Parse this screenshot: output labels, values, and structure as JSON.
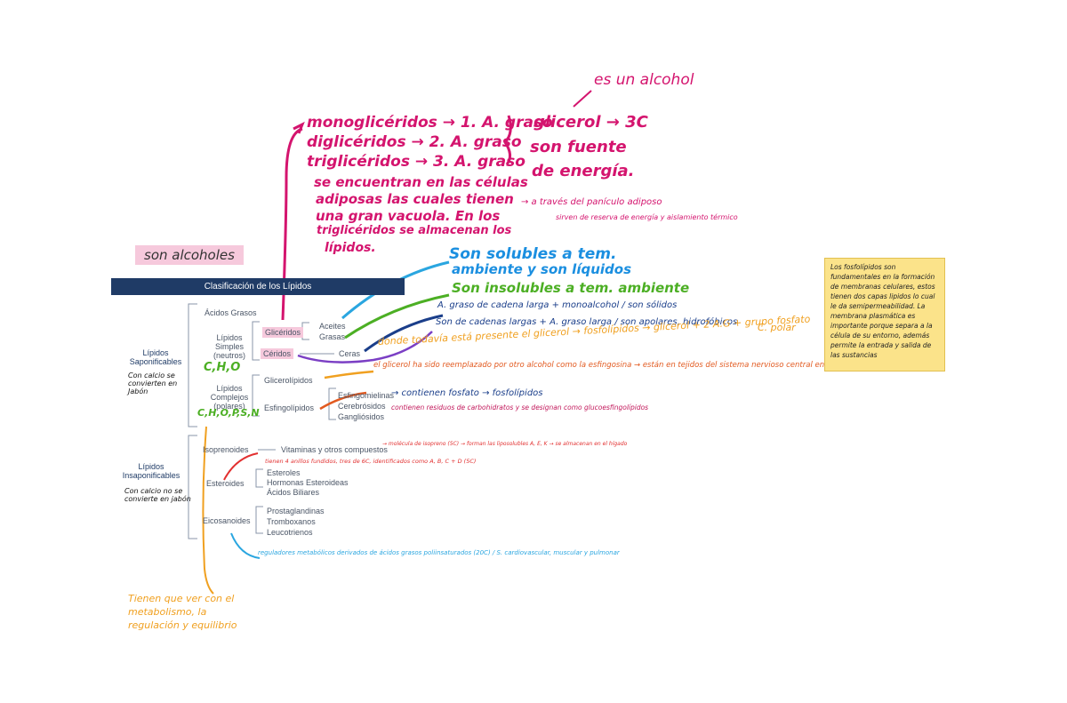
{
  "table": {
    "header": "Clasificación de los Lípidos",
    "saponificables": "Lípidos Saponificables",
    "insaponificables": "Lípidos Insaponificables",
    "acidos_grasos": "Ácidos Grasos",
    "simples": "Lípidos Simples (neutros)",
    "complejos": "Lípidos Complejos (polares)",
    "gliceridos": "Glicéridos",
    "ceridos": "Céridos",
    "aceites": "Aceites",
    "grasas": "Grasas",
    "ceras": "Ceras",
    "glicerolipidos": "Glicerolípidos",
    "esfingolipidos": "Esfingolípidos",
    "esfingomielinas": "Esfingomielinas",
    "cerebrosidos": "Cerebrósidos",
    "gangliosidos": "Gangliósidos",
    "isoprenoides": "Isoprenoides",
    "vitaminas": "Vitaminas y otros compuestos",
    "esteroides": "Esteroides",
    "esteroles": "Esteroles",
    "hormonas": "Hormonas Esteroideas",
    "acidos_biliares": "Ácidos Biliares",
    "eicosanoides": "Eicosanoides",
    "prostaglandinas": "Prostaglandinas",
    "tromboxanos": "Tromboxanos",
    "leucotrienos": "Leucotrienos"
  },
  "notes": {
    "son_alcoholes": "son alcoholes",
    "es_un_alcohol": "es un alcohol",
    "mono": "monoglicéridos → 1. A. graso",
    "di": "diglicéridos → 2. A. graso",
    "tri": "triglicéridos → 3. A. graso",
    "glicerol": "glicerol → 3C",
    "fuente1": "son fuente",
    "fuente2": "de energía.",
    "celulas1": "se encuentran en las células",
    "celulas2": "adiposas las cuales tienen",
    "celulas3": "una gran vacuola. En los",
    "celulas4": "triglicéridos se almacenan los",
    "celulas5": "lípidos.",
    "paniculo": "→ a través del panículo adiposo",
    "reserva": "sirven de reserva de energía y aislamiento térmico",
    "solubles1": "Son solubles a tem.",
    "solubles2": "ambiente y son líquidos",
    "insolubles": "Son insolubles a tem. ambiente",
    "agraso": "A. graso de cadena larga + monoalcohol / son sólidos",
    "cadenas": "Son de cadenas largas + A. graso larga / son apolares, hidrofóbicos",
    "cpolar": "C. polar",
    "donde": "donde todavía está presente el glicerol → fosfolípidos → glicerol + 2 A.G + grupo fosfato",
    "reemplazado": "el glicerol ha sido reemplazado por otro alcohol como la esfingosina → están en tejidos del sistema nervioso central en animales.",
    "contienen": "→ contienen fosfato → fosfolípidos",
    "residuos": "contienen residuos de carbohidratos y se designan como glucoesfingolípidos",
    "calcio_sap": "Con calcio se convierten en Jabón",
    "calcio_insap": "Con calcio no se convierte en jabón",
    "cho": "C,H,O",
    "chops": "C,H,O,P,S,N",
    "vit_note": "→ molécula de isopreno (5C) → forman las liposolubles A, E, K → se almacenan en el hígado",
    "esteroides_note": "tienen 4 anillos fundidos, tres de 6C, identificados como A, B, C + D (5C)",
    "eicos_note": "reguladores metabólicos derivados de ácidos grasos poliinsaturados (20C) / S. cardiovascular, muscular y pulmonar",
    "tienen": "Tienen que ver con el metabolismo, la regulación y equilibrio",
    "sticky": "Los fosfolípidos son fundamentales en la formación de membranas celulares, estos tienen dos capas lipidos lo cual le da semipermeabilidad. La membrana plasmática es importante porque separa a la célula de su entorno, además permite la entrada y salida de las sustancias"
  },
  "colors": {
    "header_bar": "#1f3b66",
    "pink": "#d4146e",
    "blue": "#1b8fe0",
    "green": "#4caf24",
    "navy": "#1a3e8a",
    "purple": "#7b3fc4",
    "orange": "#f0a020",
    "red": "#e23030",
    "sticky": "#fbe38a"
  }
}
